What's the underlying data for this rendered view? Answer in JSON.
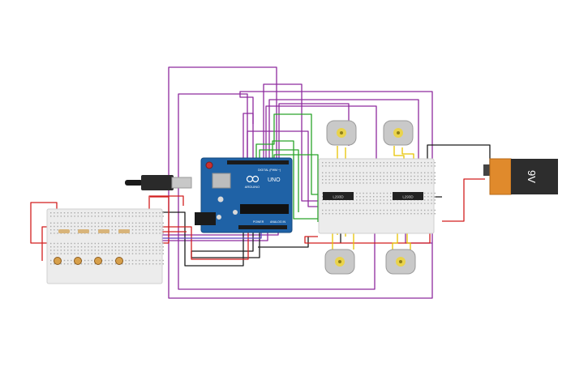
{
  "arduino": {
    "brand": "ARDUINO",
    "model": "UNO",
    "digital_label": "DIGITAL (PWM ~)",
    "power_label": "POWER",
    "analog_label": "ANALOG IN"
  },
  "battery": {
    "label": "9V"
  },
  "drivers": [
    {
      "label": "L293D"
    },
    {
      "label": "L293D"
    }
  ],
  "colors": {
    "red": "#d21f1f",
    "black": "#1c1c1c",
    "purple": "#8e2a9e",
    "magenta": "#b0307a",
    "green": "#2aa52a",
    "yellow": "#e8c400",
    "board": "#1f62a6",
    "breadboard": "#ececec",
    "battery": "#e08a2c"
  },
  "icons": {
    "motor": "dc-motor-icon",
    "usb": "usb-plug-icon",
    "sensor": "photoresistor-icon"
  }
}
